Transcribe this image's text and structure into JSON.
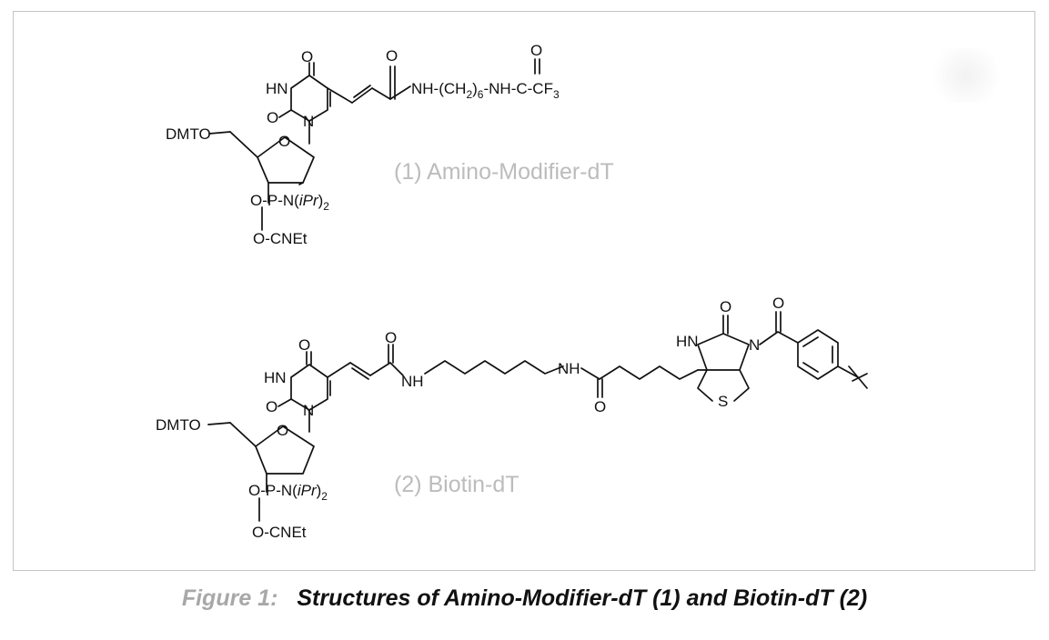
{
  "figure": {
    "caption_label": "Figure 1:",
    "caption_text": "Structures of Amino-Modifier-dT (1) and Biotin-dT (2)"
  },
  "compound1": {
    "name": "(1) Amino-Modifier-dT",
    "o_top": "O",
    "hn": "HN",
    "o_carbonyl": "O",
    "n1": "N",
    "dmto": "DMTO",
    "o_ring": "O",
    "phos_p": "O-P-N(",
    "phos_ipr": "iPr",
    "phos_close": ")",
    "phos_sub": "2",
    "cnet": "O-CNEt",
    "amide_o": "O",
    "linker_prefix": "NH-(CH",
    "linker_sub1": "2",
    "linker_close": ")",
    "linker_sub2": "6",
    "linker_suffix": "-NH-C-CF",
    "linker_sub3": "3",
    "tfa_o": "O"
  },
  "compound2": {
    "name": "(2) Biotin-dT",
    "o_top": "O",
    "hn": "HN",
    "o_carbonyl": "O",
    "n1": "N",
    "dmto": "DMTO",
    "o_ring": "O",
    "phos_p": "O-P-N(",
    "phos_ipr": "iPr",
    "phos_close": ")",
    "phos_sub": "2",
    "cnet": "O-CNEt",
    "amide_o": "O",
    "nh1": "NH",
    "nh2": "NH",
    "amide2_o": "O",
    "biotin_o": "O",
    "biotin_hn": "HN",
    "biotin_n": "N",
    "biotin_s": "S",
    "benzoyl_o": "O"
  }
}
